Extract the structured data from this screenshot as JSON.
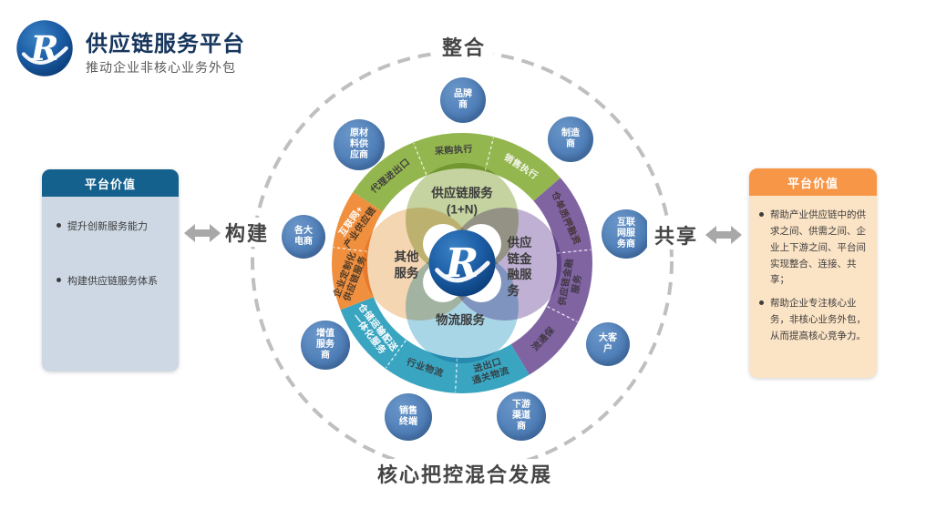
{
  "header": {
    "title": "供应链服务平台",
    "subtitle": "推动企业非核心业务外包",
    "logo": "R"
  },
  "left_panel": {
    "title": "平台价值",
    "bullets": [
      "提升创新服务能力",
      "构建供应链服务体系"
    ]
  },
  "right_panel": {
    "title": "平台价值",
    "bullets": [
      "帮助产业供应链中的供求之间、供需之间、企业上下游之间、平台间实现整合、连接、共享；",
      "帮助企业专注核心业务，非核心业务外包，从而提高核心竞争力。"
    ]
  },
  "axis_labels": {
    "top": "整合",
    "bottom": "核心把控混合发展",
    "left": "构建",
    "right": "共享"
  },
  "venn": [
    {
      "label": "供应链服务\n(1+N)"
    },
    {
      "label": "供应\n链金\n融服\n务"
    },
    {
      "label": "物流服务"
    },
    {
      "label": "其他\n服务"
    }
  ],
  "ring_segments": [
    {
      "label": "代理进出口",
      "group": "green"
    },
    {
      "label": "采购执行",
      "group": "green"
    },
    {
      "label": "销售执行",
      "group": "green"
    },
    {
      "label": "仓单质押融资",
      "group": "purple"
    },
    {
      "label": "供应链金融\n服务",
      "group": "purple"
    },
    {
      "label": "流通保",
      "group": "purple"
    },
    {
      "label": "进出口\n通关物流",
      "group": "teal"
    },
    {
      "label": "行业物流",
      "group": "teal"
    },
    {
      "label": "仓储运输配送\n一体化服务",
      "group": "teal"
    },
    {
      "label": "企业定制化\n供应链服务",
      "group": "orange"
    },
    {
      "label": "互联网+\n产业供应链",
      "group": "orange"
    }
  ],
  "satellites": [
    "品牌商",
    "制造商",
    "原材料供应商",
    "互联网服务商",
    "大客户",
    "下游渠道商",
    "销售终端",
    "增值服务商",
    "各大电商"
  ],
  "colors": {
    "title_navy": "#17365d",
    "subtitle_gray": "#595959",
    "panel_left_header": "#15618e",
    "panel_left_body": "#cdd8e4",
    "panel_right_header": "#f79646",
    "panel_right_body": "#fbe3c5",
    "satellite_blue": "#4a7ab5",
    "ring_green": "#94b64e",
    "ring_purple": "#8064a2",
    "ring_teal": "#3aa5c1",
    "ring_orange": "#f0903f",
    "dashed_gray": "#bfbfbf",
    "arrow_gray": "#a8a8a8",
    "label_dark": "#3f3f3f"
  }
}
